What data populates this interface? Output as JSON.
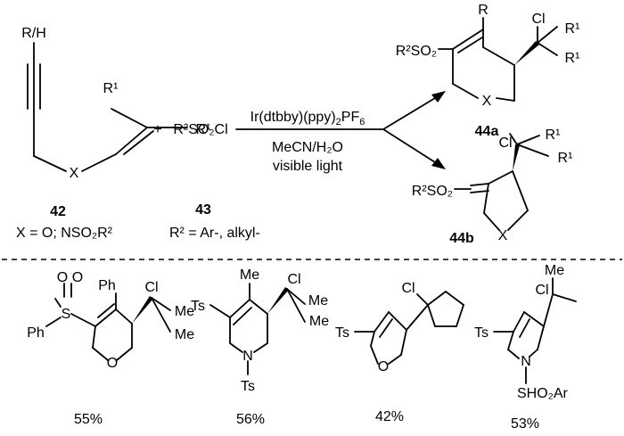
{
  "reaction": {
    "reagent_pre": "Ir(dtbby)(ppy)",
    "reagent_sub": "2",
    "reagent_post": "PF",
    "reagent_sub2": "6",
    "solvent": "MeCN/H₂O",
    "light": "visible light"
  },
  "compounds": {
    "c42": {
      "id": "42",
      "r_h": "R/H",
      "r1_a": "R¹",
      "r1_b": "R¹",
      "x": "X"
    },
    "c43": {
      "id": "43",
      "plus": "+",
      "formula": "R²SO₂Cl"
    },
    "p44a": {
      "id": "44a",
      "r": "R",
      "cl": "Cl",
      "r1_a": "R¹",
      "r1_b": "R¹",
      "so2": "R²SO₂",
      "x": "X"
    },
    "p44b": {
      "id": "44b",
      "cl": "Cl",
      "r1_a": "R¹",
      "r1_b": "R¹",
      "so2": "R²SO₂",
      "x": "X"
    }
  },
  "conditions": {
    "x_def": "X = O; NSO₂R²",
    "r2_def": "R² = Ar-, alkyl-"
  },
  "examples": [
    {
      "yield": "55%",
      "o1": "O",
      "o2": "O",
      "s": "S",
      "ph_s": "Ph",
      "ph_top": "Ph",
      "cl": "Cl",
      "me1": "Me",
      "me2": "Me",
      "o_ring": "O"
    },
    {
      "yield": "56%",
      "ts_left": "Ts",
      "me_top": "Me",
      "cl": "Cl",
      "me1": "Me",
      "me2": "Me",
      "n": "N",
      "ts_n": "Ts"
    },
    {
      "yield": "42%",
      "ts": "Ts",
      "cl": "Cl",
      "o_ring": "O"
    },
    {
      "yield": "53%",
      "ts": "Ts",
      "cl": "Cl",
      "me1": "Me",
      "n": "N",
      "sho": "SHO₂Ar"
    }
  ]
}
